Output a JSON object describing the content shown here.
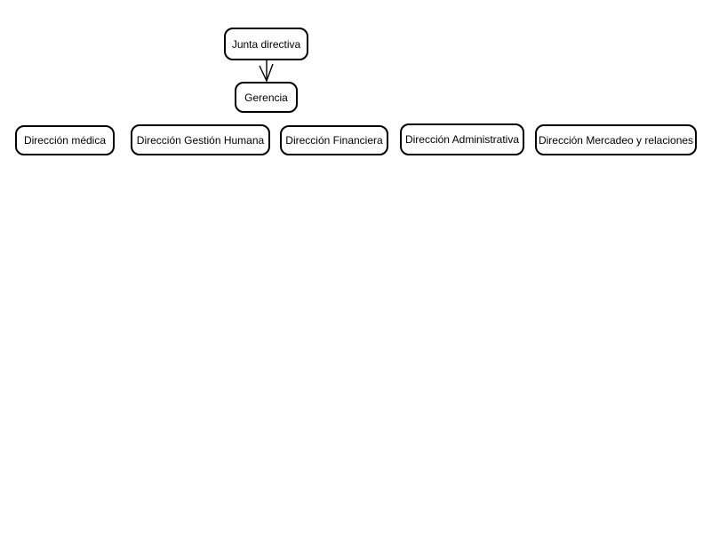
{
  "diagram": {
    "type": "org-chart",
    "background_color": "#ffffff",
    "node_fill_color": "#ffffff",
    "node_border_color": "#000000",
    "text_color": "#000000",
    "nodes": [
      {
        "id": "junta",
        "label": "Junta directiva"
      },
      {
        "id": "gerencia",
        "label": "Gerencia"
      },
      {
        "id": "medica",
        "label": "Dirección médica"
      },
      {
        "id": "gestion",
        "label": "Dirección Gestión Humana"
      },
      {
        "id": "financiera",
        "label": "Dirección Financiera"
      },
      {
        "id": "admin",
        "label": "Dirección Administrativa"
      },
      {
        "id": "mercadeo",
        "label": "Dirección Mercadeo y relaciones"
      }
    ],
    "edges": [
      {
        "from": "Junta directiva",
        "to": "Gerencia",
        "style": "open-arrow-down"
      }
    ]
  }
}
